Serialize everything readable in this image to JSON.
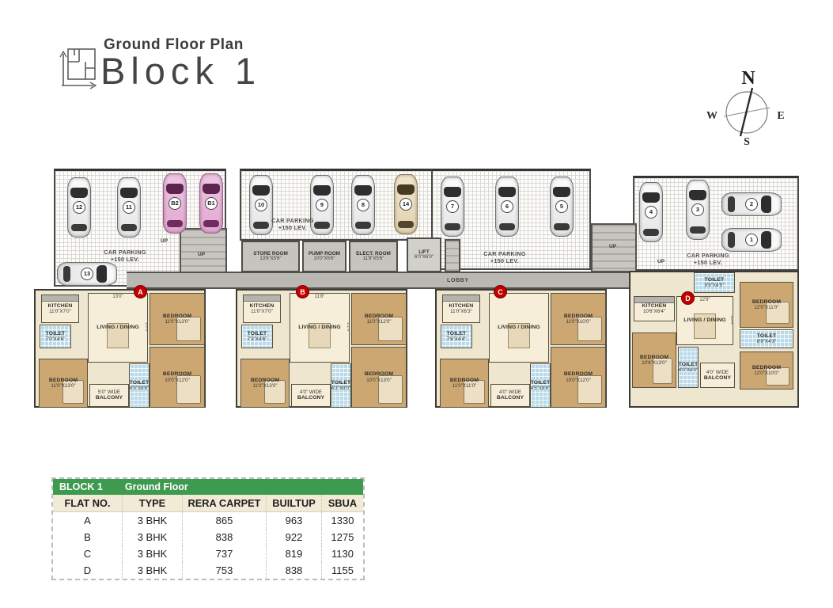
{
  "header": {
    "subtitle": "Ground Floor Plan",
    "title": "Block 1"
  },
  "compass": {
    "north": "N",
    "east": "E",
    "south": "S",
    "west": "W"
  },
  "plan": {
    "car_parking_label": "CAR PARKING",
    "car_parking_level": "+150 LEV.",
    "lobby_label": "LOBBY",
    "up_label": "UP",
    "utility_rooms": [
      {
        "name": "STORE ROOM",
        "dim": "13'6\"X5'6\""
      },
      {
        "name": "PUMP ROOM",
        "dim": "10'0\"X5'6\""
      },
      {
        "name": "ELECT. ROOM",
        "dim": "11'9\"X5'6\""
      },
      {
        "name": "LIFT",
        "dim": "6'0\"X6'0\""
      }
    ],
    "cars": {
      "zone1": [
        {
          "id": "12",
          "style": "white"
        },
        {
          "id": "11",
          "style": "white"
        },
        {
          "id": "B2",
          "style": "pink"
        },
        {
          "id": "B1",
          "style": "pink"
        }
      ],
      "zone1_side": [
        {
          "id": "13",
          "style": "white"
        }
      ],
      "zone2": [
        {
          "id": "10",
          "style": "white"
        },
        {
          "id": "9",
          "style": "white"
        },
        {
          "id": "8",
          "style": "white"
        },
        {
          "id": "14",
          "style": "beige"
        }
      ],
      "zone3": [
        {
          "id": "7",
          "style": "white"
        },
        {
          "id": "6",
          "style": "white"
        },
        {
          "id": "5",
          "style": "white"
        }
      ],
      "zone4": [
        {
          "id": "4",
          "style": "white"
        },
        {
          "id": "3",
          "style": "white"
        }
      ],
      "zone4_side": [
        {
          "id": "2",
          "style": "white"
        },
        {
          "id": "1",
          "style": "white"
        }
      ]
    },
    "flats": [
      {
        "marker": "A",
        "rooms": {
          "kitchen": {
            "name": "KITCHEN",
            "dim": "11'0\"X7'0\""
          },
          "toilet_a": {
            "name": "TOILET",
            "dim": "7'0\"X4'6\""
          },
          "living": {
            "name": "LIVING / DINING",
            "dim": "13'0\"",
            "side_dim": "20'0\""
          },
          "bed_tr": {
            "name": "BEDROOM",
            "dim": "11'0\"X13'0\""
          },
          "bed_bl": {
            "name": "BEDROOM",
            "dim": "11'0\"X13'0\""
          },
          "bed_br": {
            "name": "BEDROOM",
            "dim": "10'0\"X12'0\""
          },
          "toilet_b": {
            "name": "TOILET",
            "dim": "4'9\"X8'6\""
          },
          "balcony": {
            "name": "BALCONY",
            "dim": "5'0\" WIDE"
          }
        }
      },
      {
        "marker": "B",
        "rooms": {
          "kitchen": {
            "name": "KITCHEN",
            "dim": "11'0\"X7'0\""
          },
          "toilet_a": {
            "name": "TOILET",
            "dim": "7'3\"X4'6\""
          },
          "living": {
            "name": "LIVING / DINING",
            "dim": "11'8\"",
            "side_dim": "21'0\""
          },
          "bed_tr": {
            "name": "BEDROOM",
            "dim": "11'0\"X12'0\""
          },
          "bed_bl": {
            "name": "BEDROOM",
            "dim": "11'0\"X13'0\""
          },
          "bed_br": {
            "name": "BEDROOM",
            "dim": "10'0\"X13'0\""
          },
          "toilet_b": {
            "name": "TOILET",
            "dim": "4'3\"X8'0\""
          },
          "balcony": {
            "name": "BALCONY",
            "dim": "4'0\" WIDE"
          }
        }
      },
      {
        "marker": "C",
        "rooms": {
          "kitchen": {
            "name": "KITCHEN",
            "dim": "11'0\"X6'3\""
          },
          "toilet_a": {
            "name": "TOILET",
            "dim": "7'6\"X4'4\""
          },
          "living": {
            "name": "LIVING / DINING",
            "dim": "",
            "side_dim": ""
          },
          "bed_tr": {
            "name": "BEDROOM",
            "dim": "11'0\"X10'0\""
          },
          "bed_bl": {
            "name": "BEDROOM",
            "dim": "11'0\"X11'0\""
          },
          "bed_br": {
            "name": "BEDROOM",
            "dim": "10'0\"X12'0\""
          },
          "toilet_b": {
            "name": "TOILET",
            "dim": "4'5\"X8'6\""
          },
          "balcony": {
            "name": "BALCONY",
            "dim": "4'0\" WIDE"
          }
        }
      },
      {
        "marker": "D",
        "rooms": {
          "toilet_top": {
            "name": "TOILET",
            "dim": "8'9\"X4'5\""
          },
          "kitchen": {
            "name": "KITCHEN",
            "dim": "10'6\"X6'4\""
          },
          "living": {
            "name": "LIVING / DINING",
            "dim": "12'9\"",
            "side_dim": "15'8\""
          },
          "bed_tr": {
            "name": "BEDROOM",
            "dim": "12'0\"X11'0\""
          },
          "toilet_r": {
            "name": "TOILET",
            "dim": "8'9\"X4'3\""
          },
          "bed_bl": {
            "name": "BEDROOM",
            "dim": "10'6\"X13'0\""
          },
          "toilet_b": {
            "name": "TOILET",
            "dim": "4'0\"X8'0\""
          },
          "balcony": {
            "name": "BALCONY",
            "dim": "4'0\" WIDE"
          },
          "bed_br": {
            "name": "BEDROOM",
            "dim": "12'0\"X10'0\""
          }
        }
      }
    ]
  },
  "table": {
    "title": "BLOCK 1",
    "subtitle": "Ground Floor",
    "columns": [
      "FLAT NO.",
      "TYPE",
      "RERA CARPET",
      "BUILTUP",
      "SBUA"
    ],
    "rows": [
      [
        "A",
        "3 BHK",
        "865",
        "963",
        "1330"
      ],
      [
        "B",
        "3 BHK",
        "838",
        "922",
        "1275"
      ],
      [
        "C",
        "3 BHK",
        "737",
        "819",
        "1130"
      ],
      [
        "D",
        "3 BHK",
        "753",
        "838",
        "1155"
      ]
    ]
  },
  "colors": {
    "table_header_green": "#3e9a4e",
    "marker_red": "#c20000",
    "bedroom_tan": "#cda772",
    "toilet_blue": "#badae9",
    "floor_cream": "#f6eed9",
    "corridor_gray": "#bab8b3",
    "visitor_car_pink": "#e2a7d2"
  }
}
